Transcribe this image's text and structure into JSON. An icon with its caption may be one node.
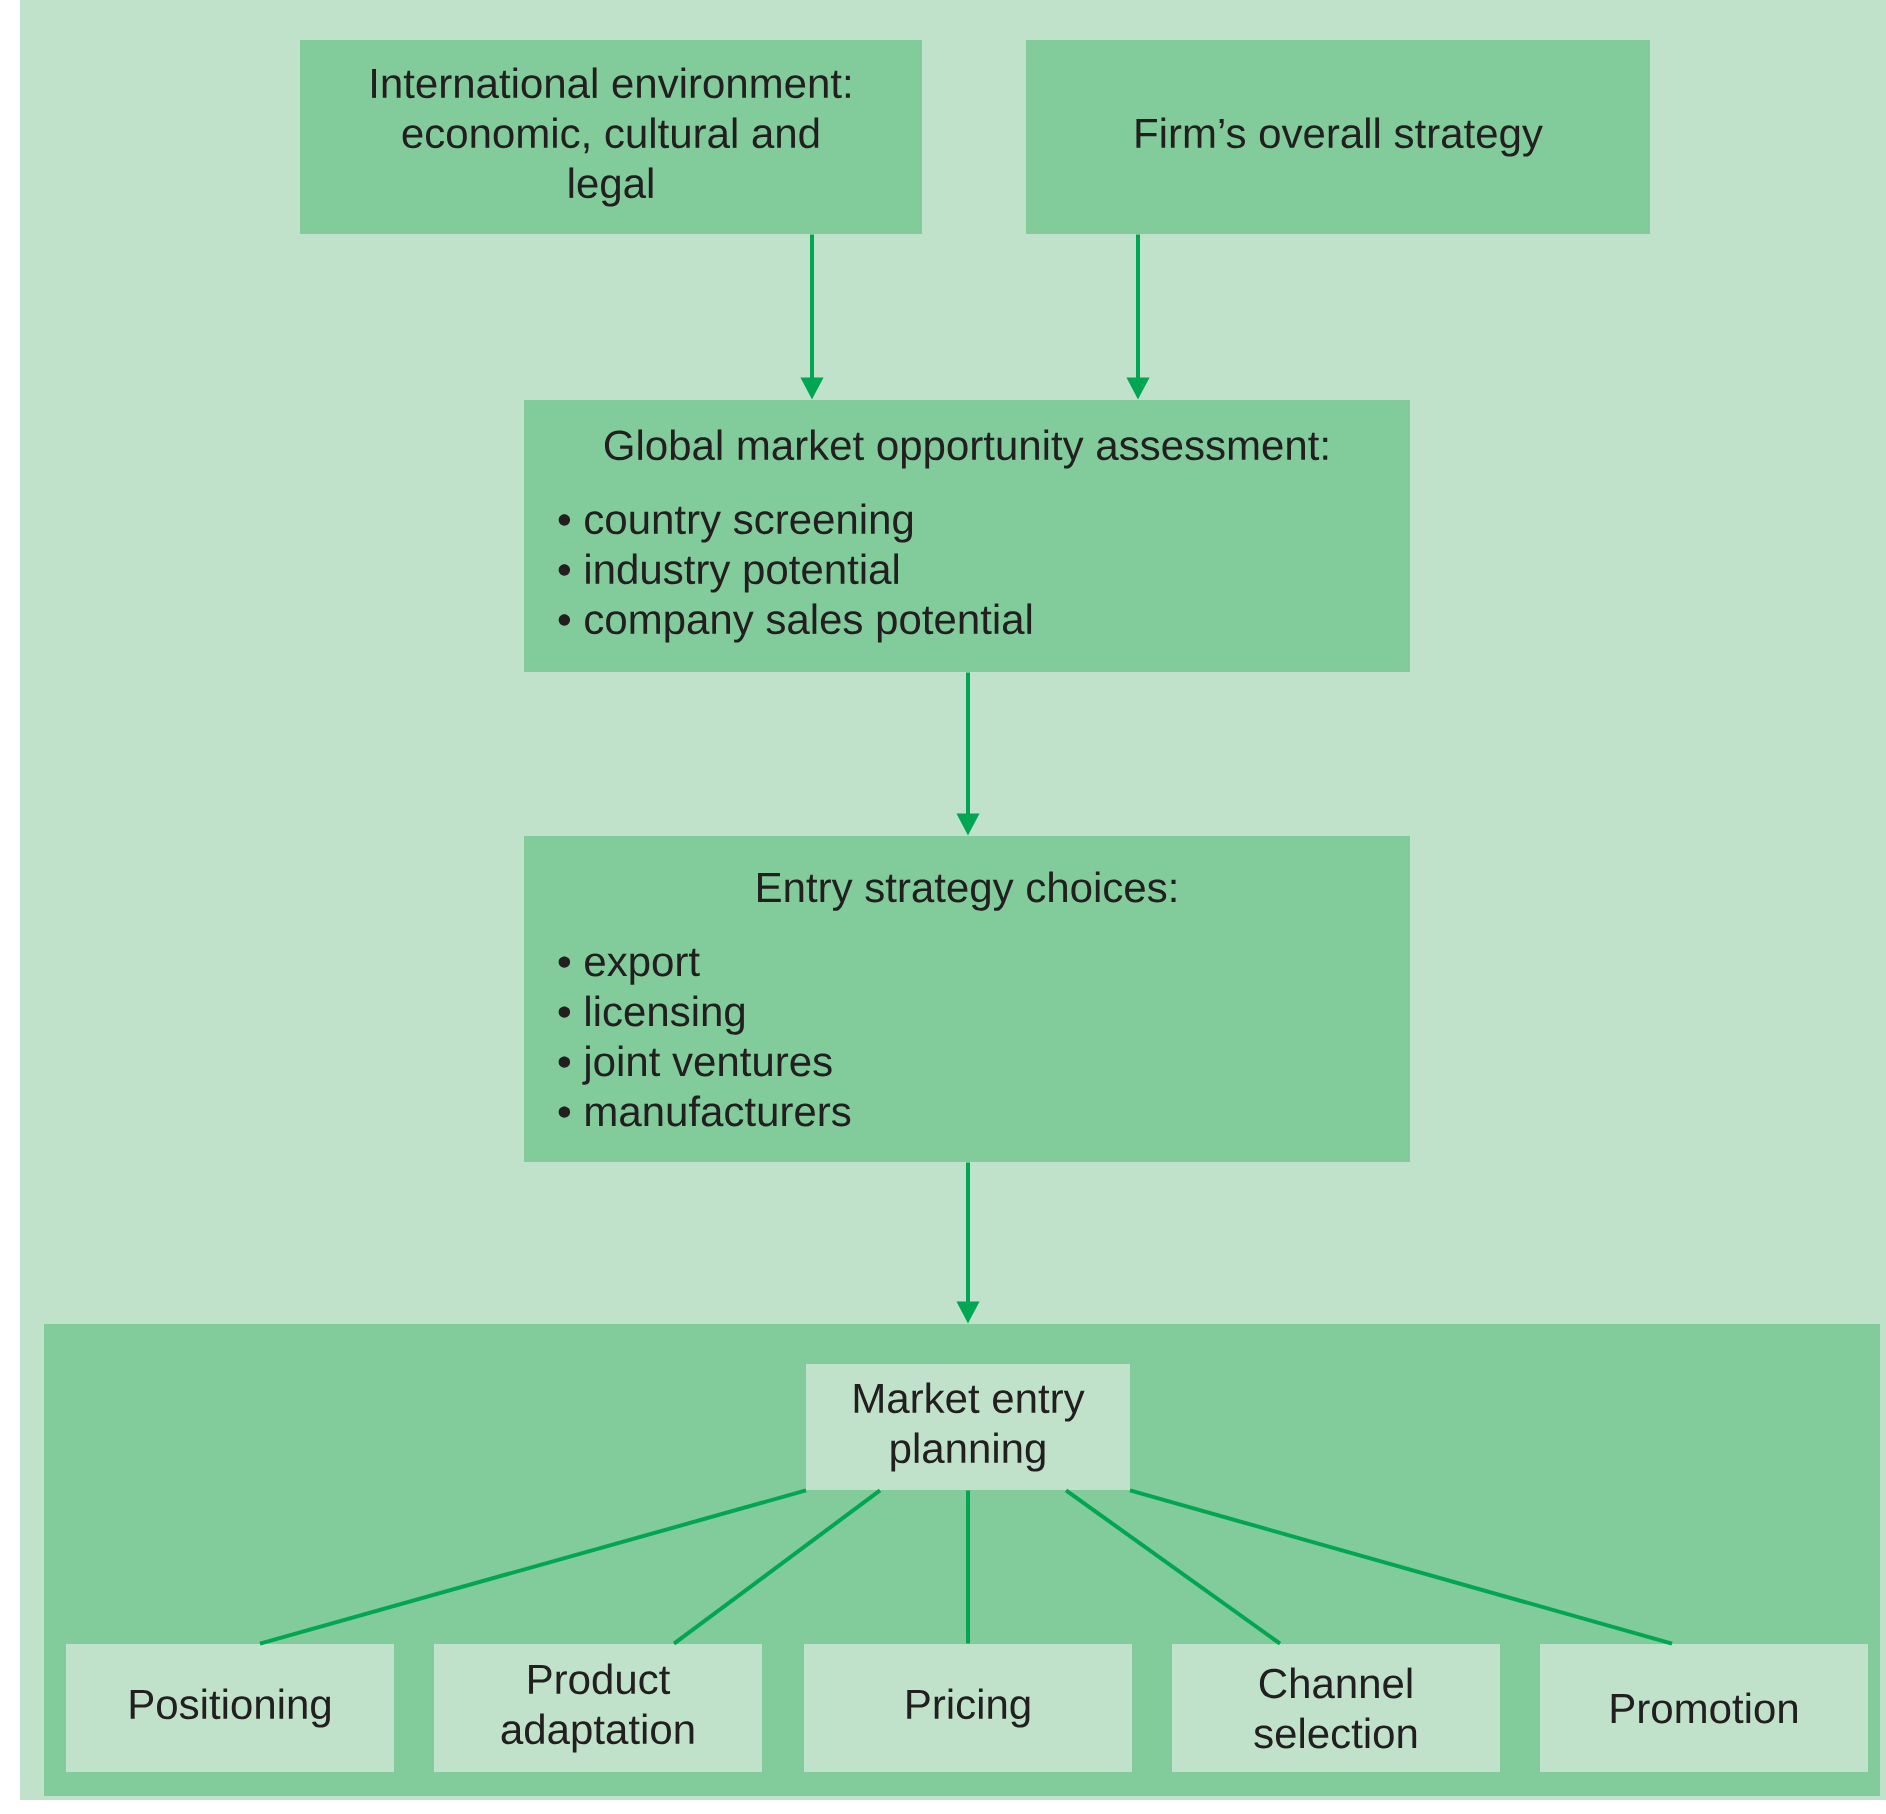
{
  "diagram": {
    "nodes": [
      {
        "text": [
          "International environment: economic, cultural and legal"
        ]
      },
      {
        "text": [
          "Firm’s overall strategy"
        ]
      },
      {
        "text": [
          "Global market opportunity assessment:",
          "• country screening",
          "• industry potential",
          "• company sales potential"
        ]
      },
      {
        "text": [
          "Entry strategy choices:",
          "• export",
          "• licensing",
          "• joint ventures",
          "• manufacturers"
        ]
      },
      {
        "text": [],
        "shape": "box"
      },
      {
        "text": [
          "Market entry planning"
        ],
        "in": 4
      },
      {
        "text": [
          "Positioning"
        ],
        "in": 4
      },
      {
        "text": [
          "Product adaptation"
        ],
        "in": 4
      },
      {
        "text": [
          "Pricing"
        ],
        "in": 4
      },
      {
        "text": [
          "Channel selection"
        ],
        "in": 4
      },
      {
        "text": [
          "Promotion"
        ],
        "in": 4
      }
    ],
    "edges": [
      {
        "from": 0,
        "to": 2,
        "arrow": "to"
      },
      {
        "from": 1,
        "to": 2,
        "arrow": "to"
      },
      {
        "from": 2,
        "to": 3,
        "arrow": "to"
      },
      {
        "from": 3,
        "to": 4,
        "arrow": "to"
      },
      {
        "from": 5,
        "to": 6,
        "arrow": "none"
      },
      {
        "from": 5,
        "to": 7,
        "arrow": "none"
      },
      {
        "from": 5,
        "to": 8,
        "arrow": "none"
      },
      {
        "from": 5,
        "to": 9,
        "arrow": "none"
      },
      {
        "from": 5,
        "to": 10,
        "arrow": "none"
      }
    ]
  }
}
